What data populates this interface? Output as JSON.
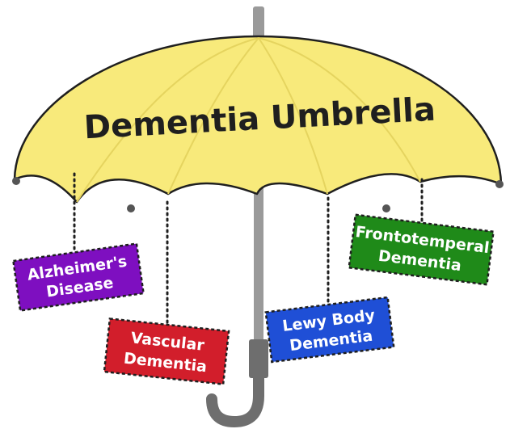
{
  "title": "Dementia Umbrella",
  "colors": {
    "canopy": "#F8EA7B",
    "canopy_edge": "#1f1f1f",
    "shaft": "#9a9a9a",
    "alzheimers": "#7E0FC0",
    "vascular": "#D21E2B",
    "lewy_body": "#1F4FD6",
    "frontotemporal": "#1F8A19"
  },
  "tags": [
    {
      "id": "alzheimers",
      "line1": "Alzheimer's",
      "line2": "Disease"
    },
    {
      "id": "vascular",
      "line1": "Vascular",
      "line2": "Dementia"
    },
    {
      "id": "lewy_body",
      "line1": "Lewy Body",
      "line2": "Dementia"
    },
    {
      "id": "frontotemporal",
      "line1": "Frontotemperal",
      "line2": "Dementia"
    }
  ]
}
